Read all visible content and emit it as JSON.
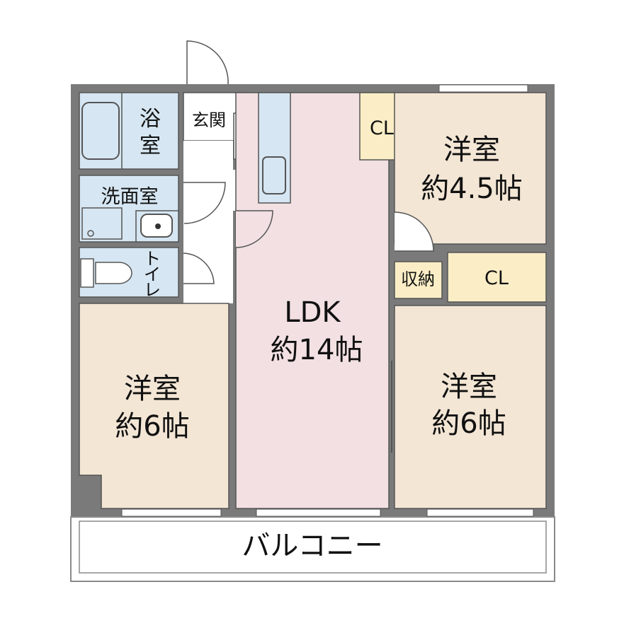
{
  "rooms": {
    "bath": {
      "line1": "浴",
      "line2": "室"
    },
    "entrance": {
      "label": "玄関"
    },
    "washroom": {
      "label": "洗面室"
    },
    "toilet": {
      "line1": "ト",
      "line2": "イ",
      "line3": "レ"
    },
    "ldk": {
      "name": "LDK",
      "size": "約14帖"
    },
    "west_room": {
      "name": "洋室",
      "size": "約6帖"
    },
    "ne_room": {
      "name": "洋室",
      "size": "約4.5帖"
    },
    "se_room": {
      "name": "洋室",
      "size": "約6帖"
    },
    "ne_closet": {
      "label": "CL"
    },
    "storage": {
      "label": "収納"
    },
    "se_closet": {
      "label": "CL"
    },
    "balcony": {
      "label": "バルコニー"
    }
  },
  "colors": {
    "wall": "#7a7a7a",
    "wet_area": "#d6e6f2",
    "ldk_floor": "#f2e0e2",
    "room_floor": "#f3e6d5",
    "closet_floor": "#fbeec6",
    "balcony_border": "#8a8a8a"
  }
}
